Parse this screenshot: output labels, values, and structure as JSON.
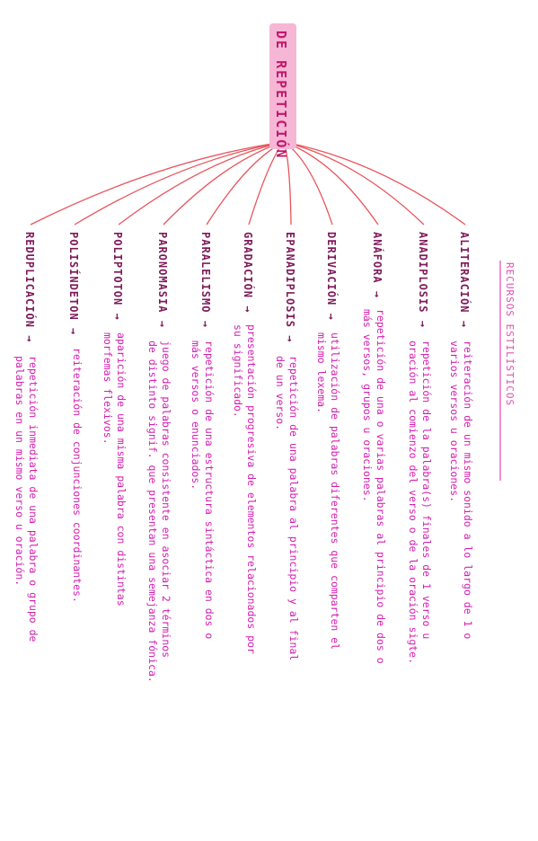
{
  "title": "DE REPETICIÓN",
  "side_label": "RECURSOS ESTILÍSTICOS",
  "colors": {
    "title": "#c0186b",
    "highlight": "#f6b6d6",
    "lines": "#e8545c",
    "terms": "#7d1a5a",
    "definitions": "#d21fb0",
    "side": "#e04fb3"
  },
  "items": [
    {
      "term": "ALITERACIÓN",
      "arrow": "→",
      "lines": [
        "reiteración de un mismo sonido a lo largo de 1 o",
        "varios versos u oraciones."
      ]
    },
    {
      "term": "ANADIPLOSIS",
      "arrow": "→",
      "lines": [
        "repetición de la palabra(s) finales de 1 verso u",
        "oración al comienzo del verso o de la oración sigte."
      ]
    },
    {
      "term": "ANÁFORA",
      "arrow": "→",
      "lines": [
        "repetición de una o varias palabras al principio de dos o",
        "más versos, grupos u oraciones."
      ]
    },
    {
      "term": "DERIVACIÓN",
      "arrow": "→",
      "lines": [
        "utilización de palabras diferentes que comparten el",
        "mismo lexema."
      ]
    },
    {
      "term": "EPANADIPLOSIS",
      "arrow": "→",
      "lines": [
        "repetición de una palabra al principio y al final",
        "de un verso."
      ]
    },
    {
      "term": "GRADACIÓN",
      "arrow": "→",
      "lines": [
        "presentación progresiva de elementos relacionados por",
        "su significado."
      ]
    },
    {
      "term": "PARALELISMO",
      "arrow": "→",
      "lines": [
        "repetición de una estructura sintáctica en dos o",
        "más versos o enunciados."
      ]
    },
    {
      "term": "PARONOMASIA",
      "arrow": "→",
      "lines": [
        "juego de palabras consistente en asociar 2 términos",
        "de distinto signif. que presentan una semejanza fónica."
      ]
    },
    {
      "term": "POLIPTOTON",
      "arrow": "→",
      "lines": [
        "aparición de una misma palabra con distintas",
        "morfemas flexivos."
      ]
    },
    {
      "term": "POLISÍNDETON",
      "arrow": "→",
      "lines": [
        "reiteración de conjunciones coordinantes."
      ]
    },
    {
      "term": "REDUPLICACIÓN",
      "arrow": "→",
      "lines": [
        "repetición inmediata de una palabra o grupo de",
        "palabras en un mismo verso u oración."
      ]
    }
  ]
}
